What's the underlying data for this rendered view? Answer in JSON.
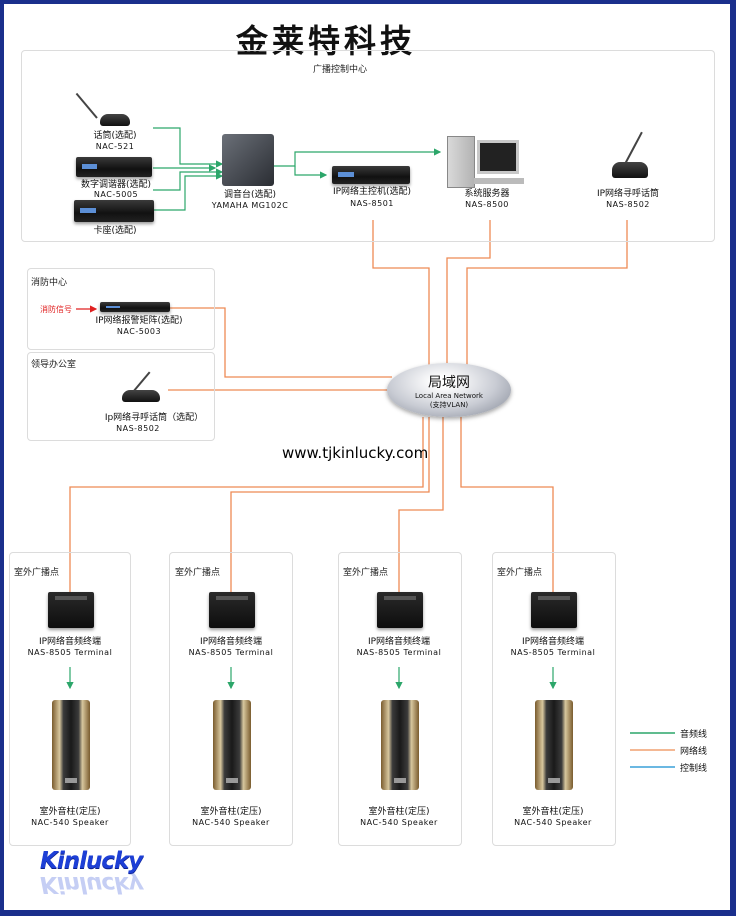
{
  "title": "金莱特科技",
  "zones": {
    "control_center": "广播控制中心",
    "fire_center": "消防中心",
    "office": "领导办公室",
    "outdoor_label": "室外广播点"
  },
  "devices": {
    "mic": {
      "name": "话筒(选配)",
      "model": "NAC-521"
    },
    "tuner": {
      "name": "数字调谐器(选配)",
      "model": "NAC-5005"
    },
    "deck": {
      "name": "卡座(选配)"
    },
    "mixer": {
      "name": "调音台(选配)",
      "model": "YAMAHA  MG102C"
    },
    "host": {
      "name": "IP网络主控机(选配)",
      "model": "NAS-8501"
    },
    "server": {
      "name": "系统服务器",
      "model": "NAS-8500"
    },
    "paging_main": {
      "name": "IP网络寻呼话筒",
      "model": "NAS-8502"
    },
    "fire_signal": "消防信号",
    "alarm_matrix": {
      "name": "IP网络报警矩阵(选配)",
      "model": "NAC-5003"
    },
    "paging_office": {
      "name": "Ip网络寻呼话筒（选配）",
      "model": "NAS-8502"
    }
  },
  "network": {
    "main": "局域网",
    "sub": "Local Area Network",
    "note": "(支持VLAN)"
  },
  "website": "www.tjkinlucky.com",
  "terminals": [
    {
      "zone": "室外广播点",
      "name": "IP网络音频终端",
      "model": "NAS-8505 Terminal",
      "speaker": "室外音柱(定压)",
      "speaker_model": "NAC-540  Speaker"
    },
    {
      "zone": "室外广播点",
      "name": "IP网络音频终端",
      "model": "NAS-8505 Terminal",
      "speaker": "室外音柱(定压)",
      "speaker_model": "NAC-540  Speaker"
    },
    {
      "zone": "室外广播点",
      "name": "IP网络音频终端",
      "model": "NAS-8505 Terminal",
      "speaker": "室外音柱(定压)",
      "speaker_model": "NAC-540  Speaker"
    },
    {
      "zone": "室外广播点",
      "name": "IP网络音频终端",
      "model": "NAS-8505 Terminal",
      "speaker": "室外音柱(定压)",
      "speaker_model": "NAC-540  Speaker"
    }
  ],
  "legend": [
    {
      "label": "音频线",
      "color": "#2ca66a"
    },
    {
      "label": "网络线",
      "color": "#f0a070"
    },
    {
      "label": "控制线",
      "color": "#3aa0d8"
    }
  ],
  "colors": {
    "audio": "#2ca66a",
    "network": "#ee8a55",
    "control": "#3aa0d8",
    "border": "#1a2f8c"
  },
  "brand": "Kinlucky"
}
